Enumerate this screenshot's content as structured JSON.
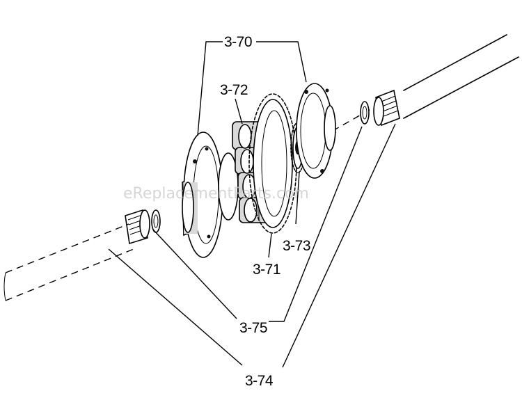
{
  "diagram": {
    "parts": [
      {
        "id": "p70",
        "label": "3-70"
      },
      {
        "id": "p72",
        "label": "3-72"
      },
      {
        "id": "p73",
        "label": "3-73"
      },
      {
        "id": "p71",
        "label": "3-71"
      },
      {
        "id": "p75",
        "label": "3-75"
      },
      {
        "id": "p74",
        "label": "3-74"
      }
    ],
    "watermark": "eReplacementParts.com"
  }
}
